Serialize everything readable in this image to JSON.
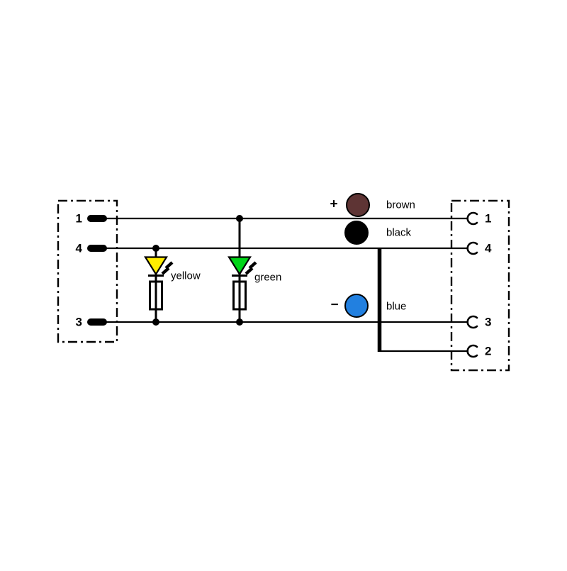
{
  "left_connector": {
    "pins": [
      {
        "label": "1"
      },
      {
        "label": "4"
      },
      {
        "label": "3"
      }
    ]
  },
  "right_connector": {
    "pins": [
      {
        "label": "1"
      },
      {
        "label": "4"
      },
      {
        "label": "3"
      },
      {
        "label": "2"
      }
    ]
  },
  "wires": [
    {
      "label": "brown",
      "polarity": "+",
      "color": "#5e3434"
    },
    {
      "label": "black",
      "polarity": "",
      "color": "#000000"
    },
    {
      "label": "blue",
      "polarity": "−",
      "color": "#2280e0"
    }
  ],
  "leds": [
    {
      "label": "yellow",
      "color": "#ffed00"
    },
    {
      "label": "green",
      "color": "#00d418"
    }
  ],
  "line_color": "#000000",
  "background": "#ffffff"
}
